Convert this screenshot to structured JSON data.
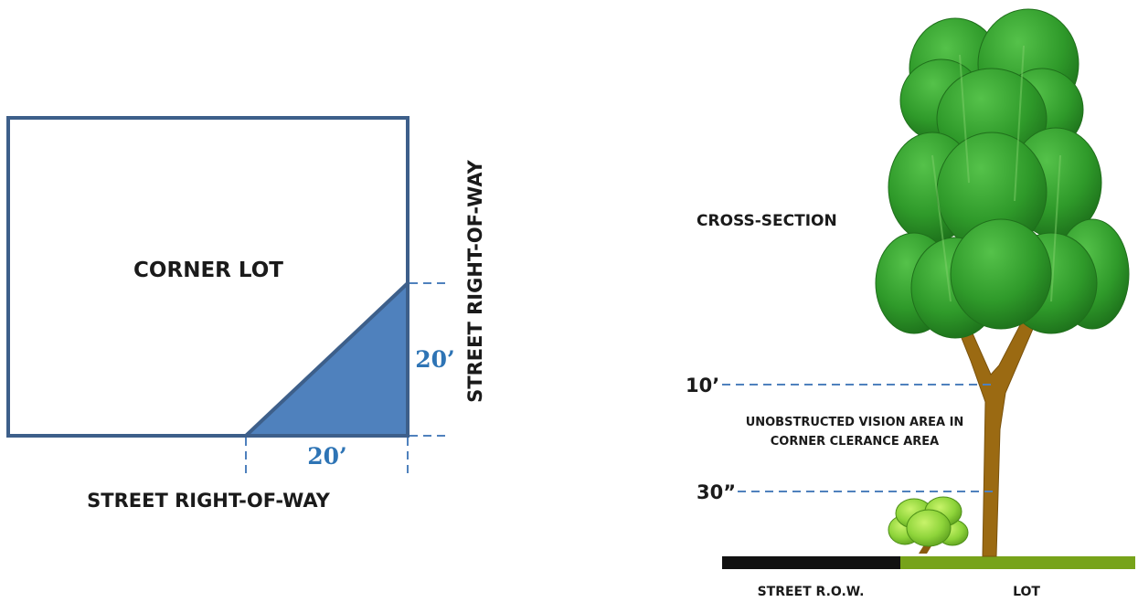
{
  "plan": {
    "lot_label": "CORNER LOT",
    "right_street_label": "STREET RIGHT-OF-WAY",
    "bottom_street_label": "STREET RIGHT-OF-WAY",
    "vertical_dimension": "20’",
    "horizontal_dimension": "20’"
  },
  "section": {
    "title": "CROSS-SECTION",
    "upper_height_label": "10’",
    "lower_height_label": "30”",
    "area_label_line1": "UNOBSTRUCTED VISION AREA IN",
    "area_label_line2": "CORNER CLERANCE AREA",
    "street_label": "STREET R.O.W.",
    "lot_label": "LOT"
  },
  "colors": {
    "lot_outline": "#3d5f8a",
    "clearance_fill": "#4f81bd",
    "dimension_text": "#2e74b5",
    "street_ground": "#111111",
    "lot_ground": "#77a31a",
    "trunk": "#9b6a12",
    "foliage": "#2f9a2a",
    "shrub": "#8ed43a"
  },
  "icons": {
    "tree": "tree-illustration",
    "shrub": "shrub-illustration"
  }
}
